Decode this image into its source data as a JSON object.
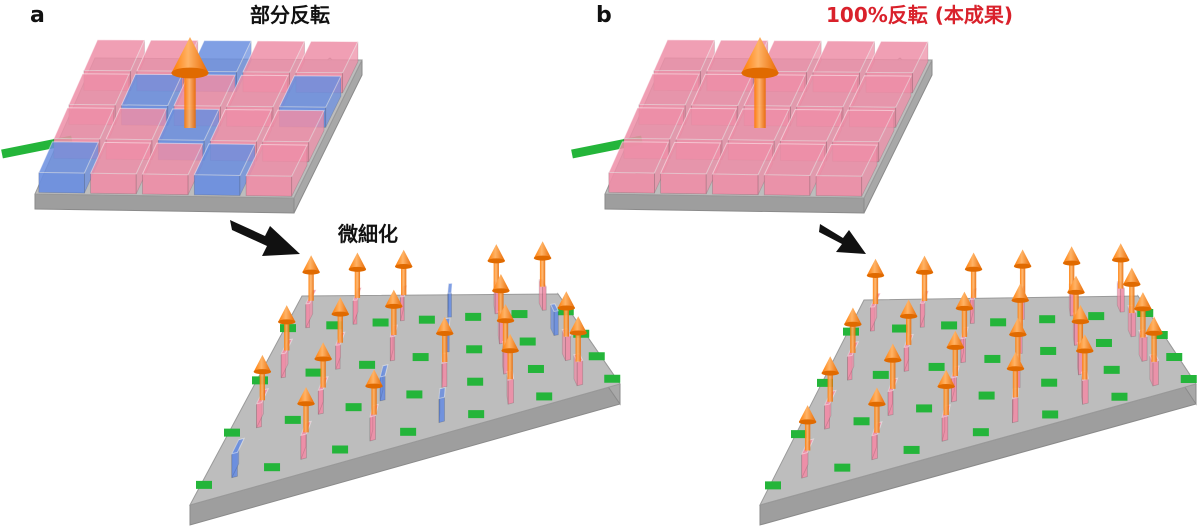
{
  "panel_a": {
    "label": "a",
    "title": "部分反転",
    "arrow_label": "微細化"
  },
  "panel_b": {
    "label": "b",
    "title": "100%反転 (本成果)",
    "arrow_label": ""
  },
  "colors": {
    "title_a": "#111111",
    "title_b": "#d9212b",
    "pink_cell": "#ee8fa8",
    "blue_cell": "#6b8fe0",
    "substrate": "#bdbdbd",
    "wire": "#24b53a",
    "spin_arrow": "#ff8c1a",
    "flow_arrow": "#111111"
  },
  "grid_a_top": {
    "rows": 4,
    "cols": 5,
    "blue_cells": [
      [
        0,
        2
      ],
      [
        1,
        4
      ],
      [
        1,
        1
      ],
      [
        2,
        2
      ],
      [
        3,
        0
      ],
      [
        3,
        3
      ]
    ]
  },
  "grid_b_top": {
    "rows": 4,
    "cols": 5,
    "blue_cells": []
  },
  "grid_a_bottom": {
    "rows": 4,
    "cols": 6,
    "blue_cells": [
      [
        0,
        3
      ],
      [
        1,
        3
      ],
      [
        1,
        5
      ],
      [
        2,
        2
      ],
      [
        3,
        0
      ],
      [
        3,
        3
      ]
    ]
  },
  "grid_b_bottom": {
    "rows": 4,
    "cols": 6,
    "blue_cells": []
  }
}
